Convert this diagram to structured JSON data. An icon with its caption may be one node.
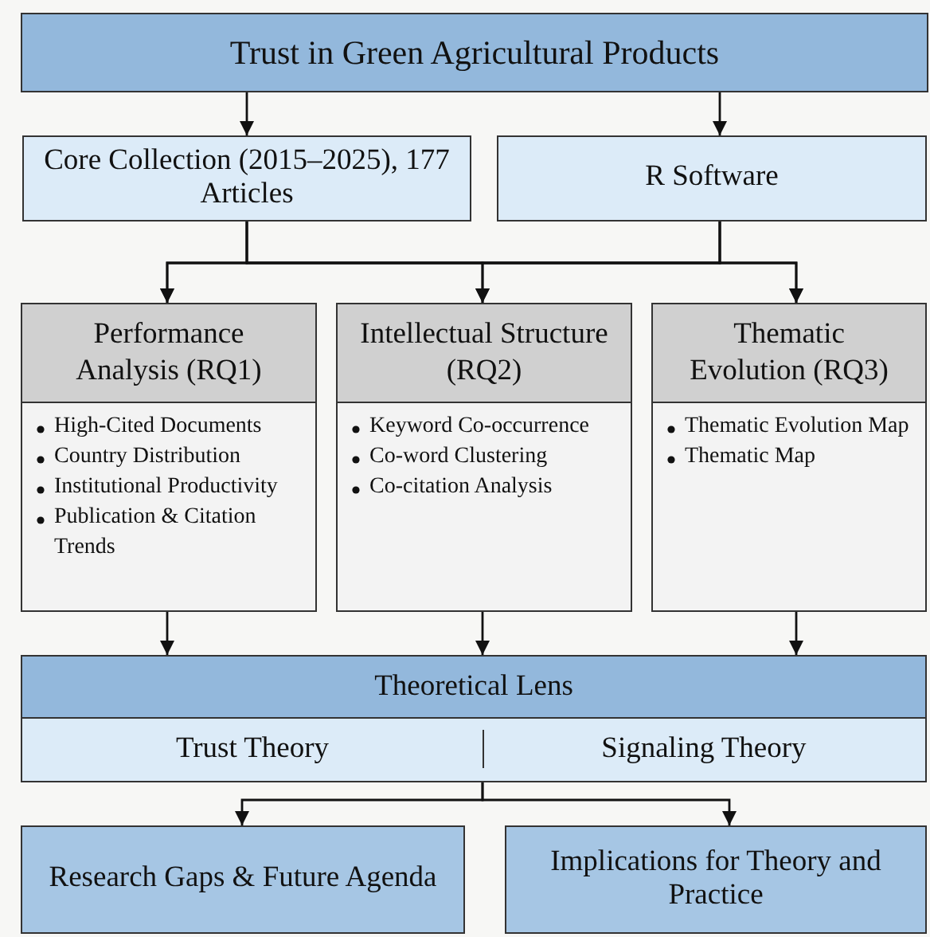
{
  "diagram": {
    "nodes": [
      {
        "text": [
          "Trust in Green Agricultural Products"
        ]
      },
      {
        "text": [
          "Core Collection (2015–2025), 177 Articles"
        ]
      },
      {
        "text": [
          "R Software"
        ]
      },
      {
        "text": [
          "Performance Analysis (RQ1)",
          "High-Cited Documents",
          "Country Distribution",
          "Institutional Productivity",
          "Publication & Citation Trends"
        ]
      },
      {
        "text": [
          "Intellectual Structure (RQ2)",
          "Keyword Co-occurrence",
          "Co-word Clustering",
          "Co-citation Analysis"
        ]
      },
      {
        "text": [
          "Thematic Evolution (RQ3)",
          "Thematic Evolution Map",
          "Thematic Map"
        ]
      },
      {
        "text": [
          "Theoretical Lens"
        ]
      },
      {
        "text": [
          "Trust Theory"
        ],
        "in": 6
      },
      {
        "text": [
          "Signaling Theory"
        ],
        "in": 6
      },
      {
        "text": [
          "Research Gaps & Future Agenda"
        ]
      },
      {
        "text": [
          "Implications for Theory and Practice"
        ]
      }
    ],
    "edges": [
      {
        "from": 0,
        "to": 1,
        "arrow": "to"
      },
      {
        "from": 0,
        "to": 2,
        "arrow": "to"
      },
      {
        "from": 1,
        "to": 3,
        "arrow": "to"
      },
      {
        "from": 1,
        "to": 4,
        "arrow": "to"
      },
      {
        "from": 1,
        "to": 5,
        "arrow": "to"
      },
      {
        "from": 2,
        "to": 3,
        "arrow": "to"
      },
      {
        "from": 2,
        "to": 4,
        "arrow": "to"
      },
      {
        "from": 2,
        "to": 5,
        "arrow": "to"
      },
      {
        "from": 3,
        "to": 6,
        "arrow": "to"
      },
      {
        "from": 4,
        "to": 6,
        "arrow": "to"
      },
      {
        "from": 5,
        "to": 6,
        "arrow": "to"
      },
      {
        "from": 6,
        "to": 9,
        "arrow": "to"
      },
      {
        "from": 6,
        "to": 10,
        "arrow": "to"
      }
    ]
  }
}
